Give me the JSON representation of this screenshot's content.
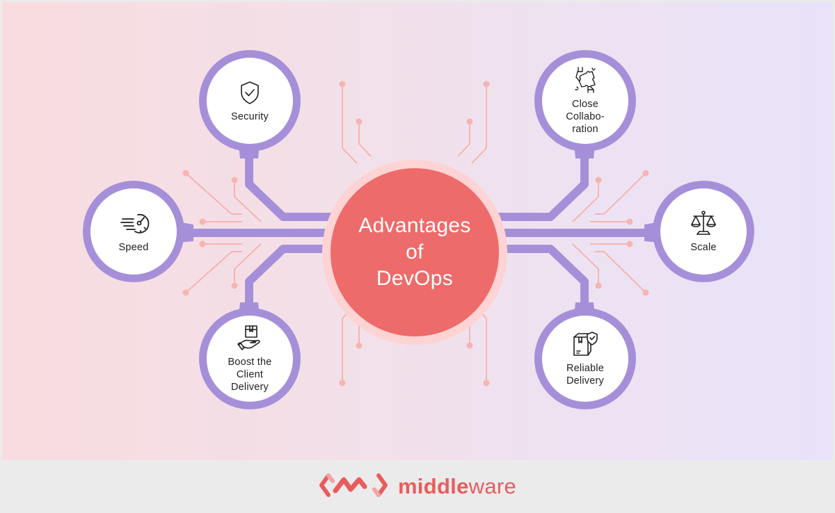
{
  "diagram": {
    "title": "Advantages\nof\nDevOps",
    "colors": {
      "background_left": "#f8dcdf",
      "background_right": "#e9e2f8",
      "connector_purple": "#a68fd9",
      "circuit_pink": "#f7b4b0",
      "center_fill": "#ed6b6a",
      "center_halo": "#fdd3d3",
      "node_fill": "#ffffff",
      "footer_bg": "#ebebeb",
      "brand_red": "#e95c5d"
    },
    "nodes": [
      {
        "id": "security",
        "label": "Security",
        "icon": "shield-check-icon",
        "position": "top-left"
      },
      {
        "id": "speed",
        "label": "Speed",
        "icon": "speedometer-icon",
        "position": "middle-left"
      },
      {
        "id": "boost",
        "label": "Boost the\nClient\nDelivery",
        "icon": "hand-box-icon",
        "position": "bottom-left"
      },
      {
        "id": "collab",
        "label": "Close\nCollabo-\nration",
        "icon": "puzzle-hands-icon",
        "position": "top-right"
      },
      {
        "id": "scale",
        "label": "Scale",
        "icon": "balance-scale-icon",
        "position": "middle-right"
      },
      {
        "id": "reliable",
        "label": "Reliable\nDelivery",
        "icon": "box-shield-icon",
        "position": "bottom-right"
      }
    ]
  },
  "footer": {
    "logo_icon": "middleware-logo-icon",
    "brand_bold": "middle",
    "brand_light": "ware"
  }
}
